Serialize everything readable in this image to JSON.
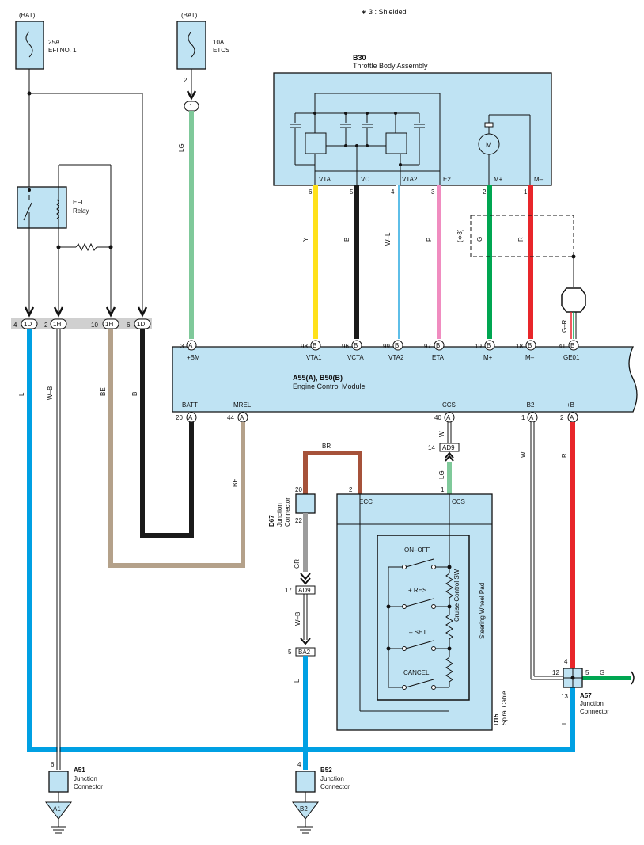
{
  "note": "∗ 3 : Shielded",
  "fuse_efi": {
    "supply": "(BAT)",
    "rating": "25A",
    "name": "EFI NO. 1"
  },
  "fuse_etcs": {
    "supply": "(BAT)",
    "rating": "10A",
    "name": "ETCS",
    "pin": "2",
    "connector": "1"
  },
  "relay": {
    "name": "EFI",
    "sub": "Relay"
  },
  "throttle": {
    "id": "B30",
    "name": "Throttle Body Assembly",
    "motor": "M",
    "terminals": [
      {
        "label": "VTA",
        "pin": "6",
        "wire": "Y",
        "color": "#ffe11a"
      },
      {
        "label": "VC",
        "pin": "5",
        "wire": "B",
        "color": "#1a1a1a"
      },
      {
        "label": "VTA2",
        "pin": "4",
        "wire": "W–L",
        "color": "#ffffff"
      },
      {
        "label": "E2",
        "pin": "3",
        "wire": "P",
        "color": "#f08cc0"
      },
      {
        "label": "M+",
        "pin": "2",
        "wire": "G",
        "color": "#00a651"
      },
      {
        "label": "M–",
        "pin": "1",
        "wire": "R",
        "color": "#e8262a"
      }
    ]
  },
  "shield": {
    "label": "(∗3)"
  },
  "ge01": {
    "wire": "G–R"
  },
  "ecm": {
    "id": "A55(A), B50(B)",
    "name": "Engine Control Module",
    "top_pins": [
      {
        "label": "+BM",
        "num": "3",
        "conn": "A"
      },
      {
        "label": "VTA1",
        "num": "98",
        "conn": "B"
      },
      {
        "label": "VCTA",
        "num": "96",
        "conn": "B"
      },
      {
        "label": "VTA2",
        "num": "99",
        "conn": "B"
      },
      {
        "label": "ETA",
        "num": "97",
        "conn": "B"
      },
      {
        "label": "M+",
        "num": "19",
        "conn": "B"
      },
      {
        "label": "M–",
        "num": "18",
        "conn": "B"
      },
      {
        "label": "GE01",
        "num": "41",
        "conn": "B"
      }
    ],
    "bottom_pins": [
      {
        "label": "BATT",
        "num": "20",
        "conn": "A"
      },
      {
        "label": "MREL",
        "num": "44",
        "conn": "A"
      },
      {
        "label": "CCS",
        "num": "40",
        "conn": "A"
      },
      {
        "label": "+B2",
        "num": "1",
        "conn": "A"
      },
      {
        "label": "+B",
        "num": "2",
        "conn": "A"
      }
    ]
  },
  "junction_block": {
    "pins": [
      {
        "num": "4",
        "conn": "1D"
      },
      {
        "num": "2",
        "conn": "1H"
      },
      {
        "num": "10",
        "conn": "1H"
      },
      {
        "num": "6",
        "conn": "1D"
      }
    ]
  },
  "wires": {
    "lg": "LG",
    "l": "L",
    "wb": "W–B",
    "be": "BE",
    "b": "B",
    "br": "BR",
    "w": "W",
    "r": "R",
    "gr": "GR",
    "g": "G"
  },
  "ad9_top": {
    "pin": "14",
    "label": "AD9"
  },
  "ad9_bottom": {
    "pin": "17",
    "label": "AD9"
  },
  "ba2": {
    "pin": "5",
    "label": "BA2"
  },
  "d67": {
    "id": "D67",
    "name": "Junction",
    "sub": "Connector",
    "pin_in": "20",
    "pin_out": "22"
  },
  "spiral": {
    "id": "D15",
    "name": "Spiral Cable",
    "pad": "Steering Wheel Pad",
    "ecc": "ECC",
    "ccs": "CCS",
    "pin_ecc": "2",
    "pin_ccs": "1"
  },
  "switch": {
    "name": "Cruise Control SW",
    "labels": [
      "ON–OFF",
      "+ RES",
      "– SET",
      "CANCEL"
    ]
  },
  "a57": {
    "id": "A57",
    "name": "Junction",
    "sub": "Connector",
    "pin_top": "4",
    "pin_left": "12",
    "pin_right": "5",
    "pin_bottom": "13"
  },
  "a51": {
    "id": "A51",
    "name": "Junction",
    "sub": "Connector",
    "pin": "6",
    "ground": "A1"
  },
  "b52": {
    "id": "B52",
    "name": "Junction",
    "sub": "Connector",
    "pin": "4",
    "ground": "B2"
  }
}
